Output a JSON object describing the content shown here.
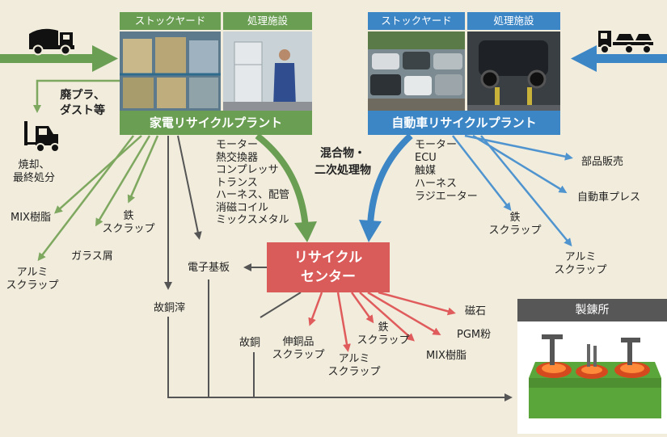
{
  "left_plant": {
    "tab_stockyard": "ストックヤード",
    "tab_facility": "処理施設",
    "name": "家電リサイクルプラント"
  },
  "right_plant": {
    "tab_stockyard": "ストックヤード",
    "tab_facility": "処理施設",
    "name": "自動車リサイクルプラント"
  },
  "waste": {
    "label": "廃プラ、\nダスト等",
    "disposal": "焼却、\n最終処分"
  },
  "left_outputs": {
    "mix_resin": "MIX樹脂",
    "iron_scrap": "鉄\nスクラップ",
    "glass": "ガラス屑",
    "aluminum_scrap": "アルミ\nスクラップ",
    "copper_scrap": "故銅滓"
  },
  "left_to_center_items": "モーター\n熱交換器\nコンプレッサ\nトランス\nハーネス、配管\n消磁コイル\nミックスメタル",
  "mixed_label": "混合物・\n二次処理物",
  "right_to_center_items": "モーター\nECU\n触媒\nハーネス\nラジエーター",
  "right_outputs": {
    "parts_sales": "部品販売",
    "car_press": "自動車プレス",
    "iron_scrap": "鉄\nスクラップ",
    "aluminum_scrap": "アルミ\nスクラップ"
  },
  "recycle_center": {
    "line1": "リサイクル",
    "line2": "センター"
  },
  "circuit_board": "電子基板",
  "center_outputs": {
    "copper": "故銅",
    "copper_scrap": "伸銅品\nスクラップ",
    "aluminum_scrap": "アルミ\nスクラップ",
    "iron_scrap": "鉄\nスクラップ",
    "mix_resin": "MIX樹脂",
    "pgm": "PGM粉",
    "magnet": "磁石"
  },
  "steel_mill": "製錬所",
  "colors": {
    "green": "#6a9e52",
    "blue": "#3d86c6",
    "red": "#d95c5a",
    "dark": "#575757",
    "background": "#f1ecdc"
  }
}
